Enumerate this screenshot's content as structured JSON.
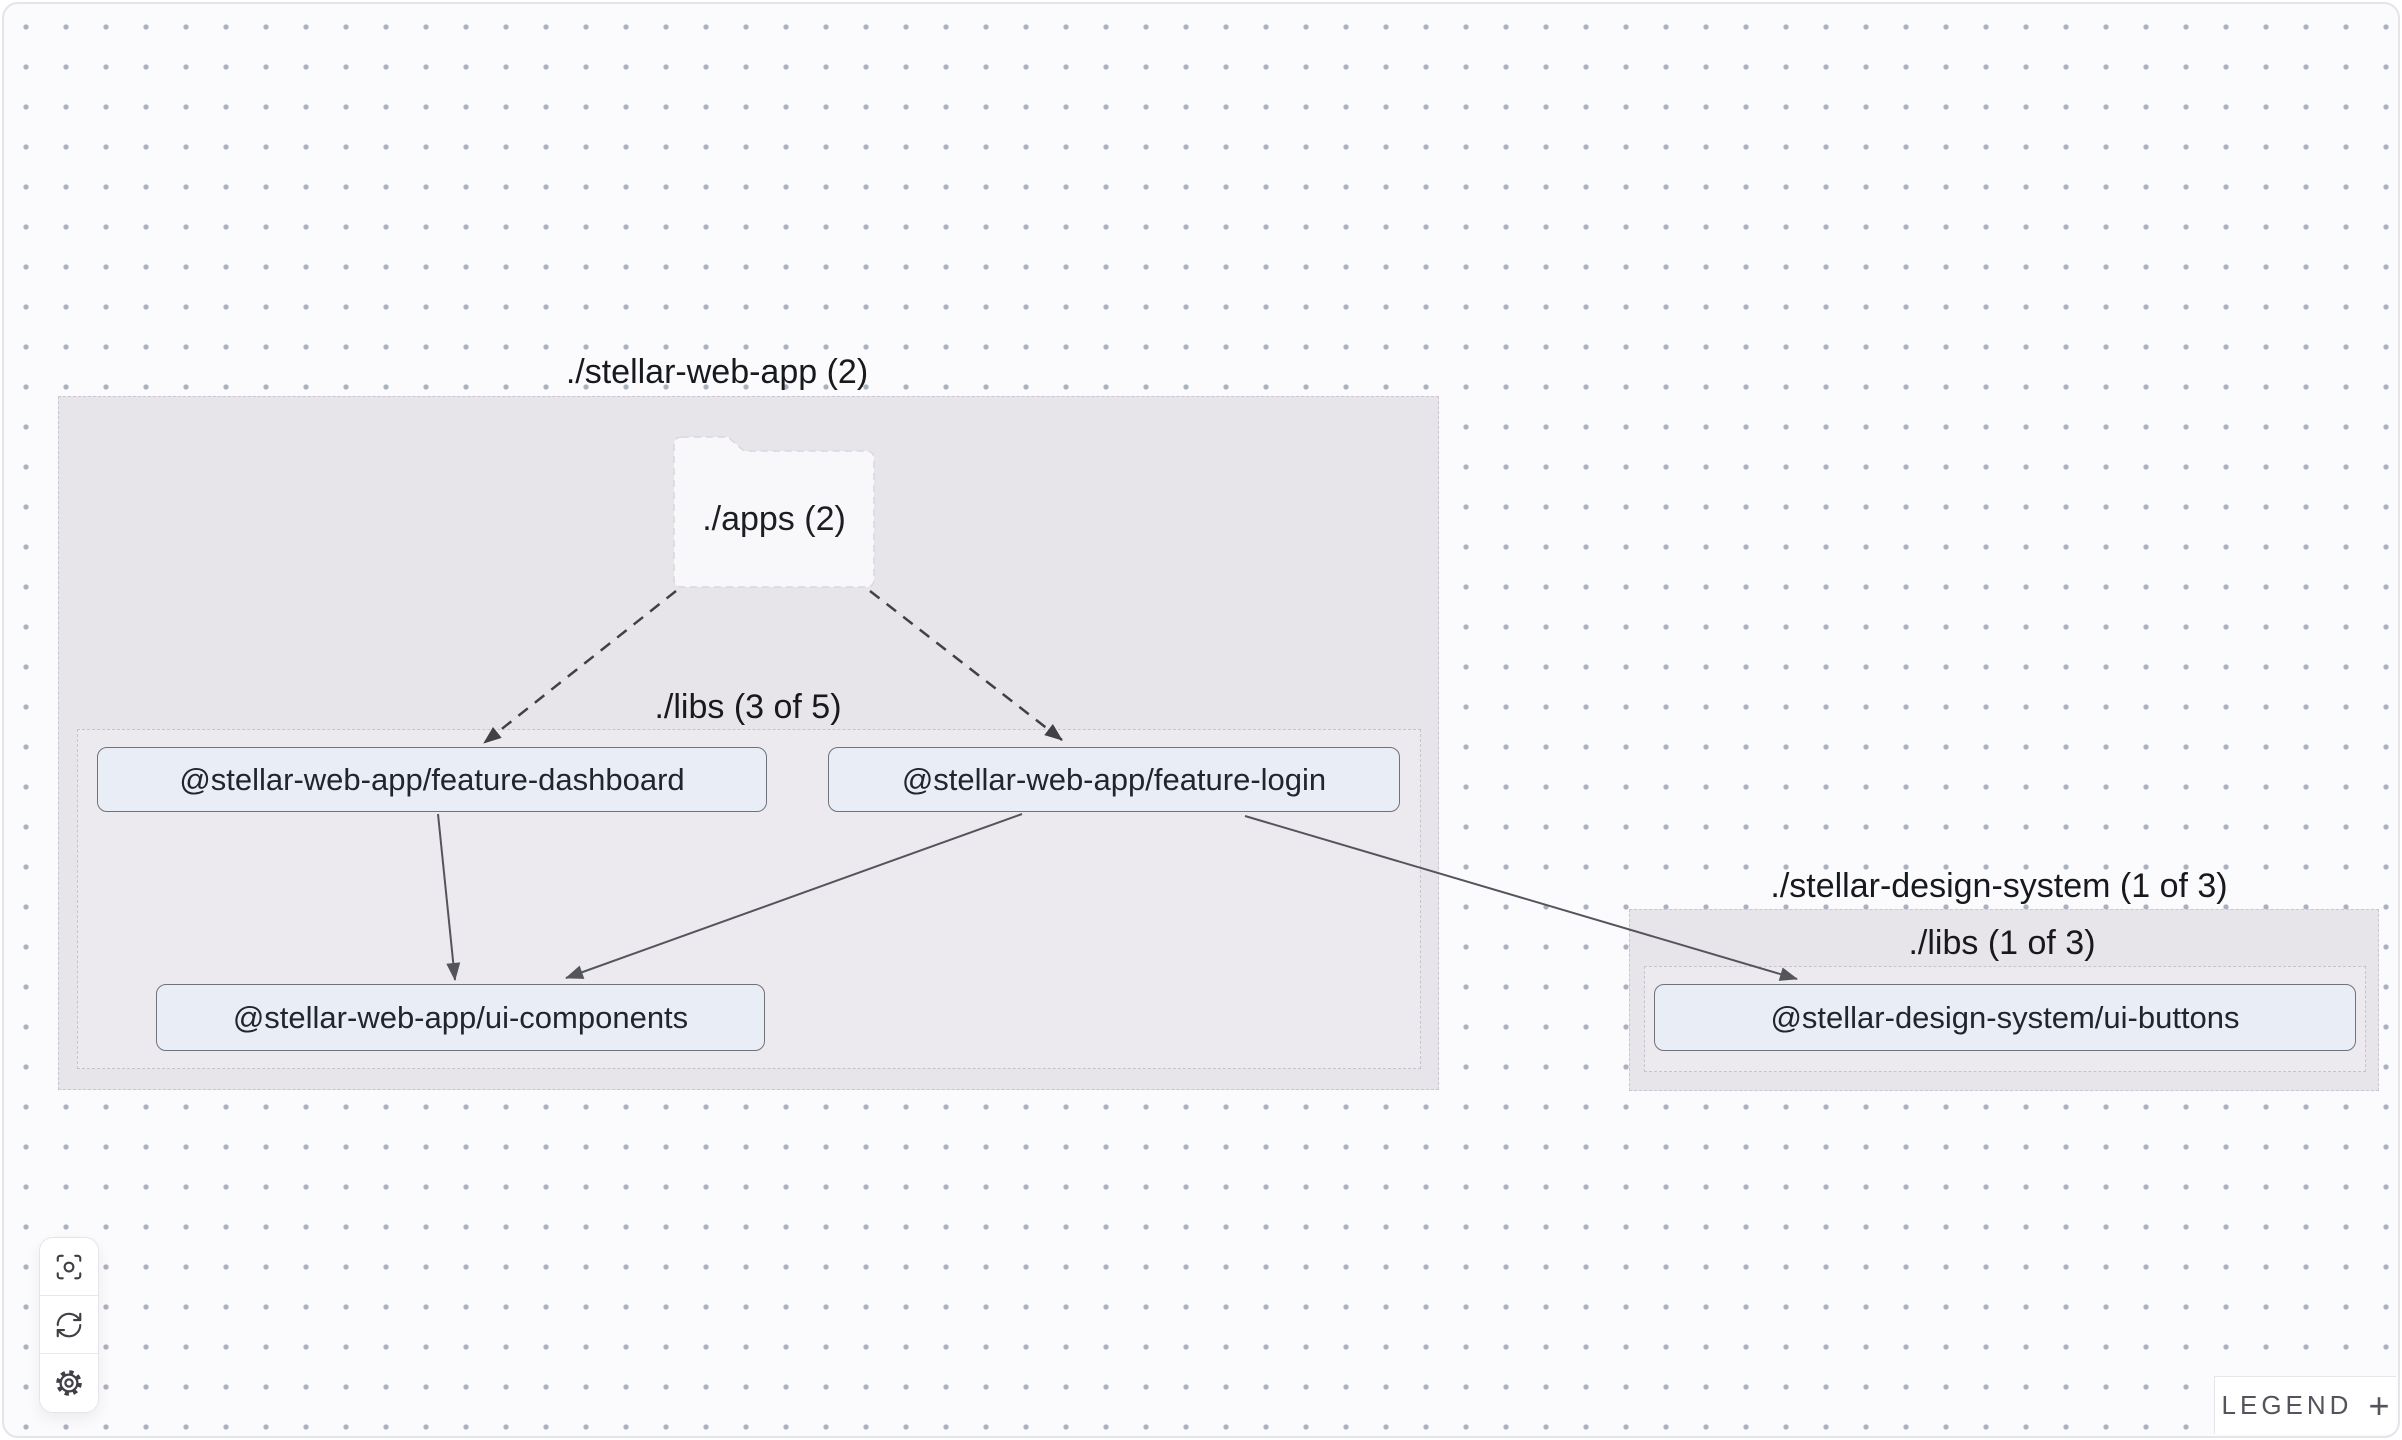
{
  "colors": {
    "canvas_bg": "#fbfbfd",
    "dot_grid": "#a9b1be",
    "group_fill": "#e7e5ea",
    "node_fill": "#e9edf6",
    "node_border": "#70727b",
    "edge_solid": "#54555c",
    "edge_dashed": "#404147"
  },
  "graph": {
    "groups": {
      "stellar_web_app": {
        "label": "./stellar-web-app (2)"
      },
      "stellar_web_app_libs": {
        "label": "./libs (3 of 5)"
      },
      "apps_folder": {
        "label": "./apps (2)"
      },
      "stellar_design_system": {
        "label": "./stellar-design-system (1 of 3)"
      },
      "stellar_design_system_libs": {
        "label": "./libs (1 of 3)"
      }
    },
    "nodes": [
      {
        "label": "@stellar-web-app/feature-dashboard"
      },
      {
        "label": "@stellar-web-app/feature-login"
      },
      {
        "label": "@stellar-web-app/ui-components"
      },
      {
        "label": "@stellar-design-system/ui-buttons"
      }
    ],
    "edges": [
      {
        "source": "./apps",
        "target": "@stellar-web-app/feature-dashboard",
        "style": "dashed"
      },
      {
        "source": "./apps",
        "target": "@stellar-web-app/feature-login",
        "style": "dashed"
      },
      {
        "source": "@stellar-web-app/feature-dashboard",
        "target": "@stellar-web-app/ui-components",
        "style": "solid"
      },
      {
        "source": "@stellar-web-app/feature-login",
        "target": "@stellar-web-app/ui-components",
        "style": "solid"
      },
      {
        "source": "@stellar-web-app/feature-login",
        "target": "@stellar-design-system/ui-buttons",
        "style": "solid"
      }
    ]
  },
  "toolbar": {
    "buttons": [
      {
        "icon": "focus-icon"
      },
      {
        "icon": "refresh-icon"
      },
      {
        "icon": "settings-icon"
      }
    ]
  },
  "legend": {
    "label": "LEGEND",
    "expand": "+"
  }
}
